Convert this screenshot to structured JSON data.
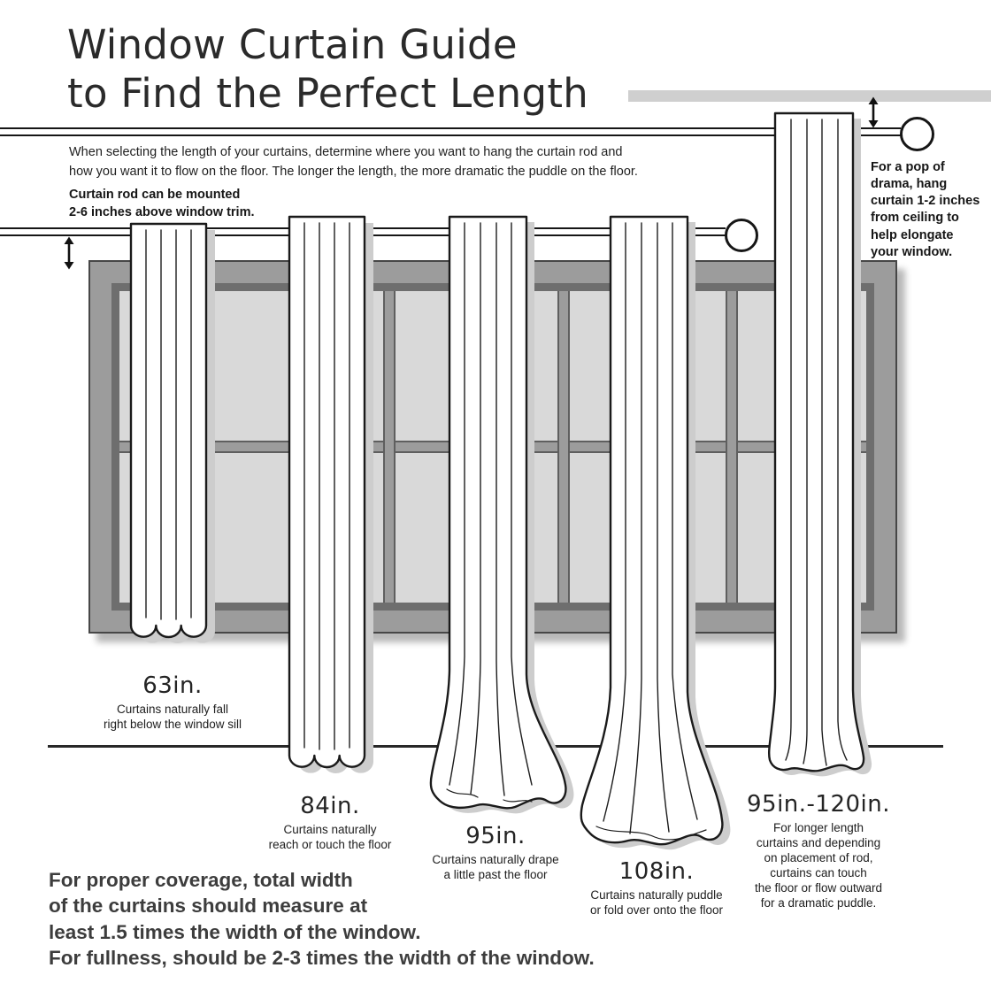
{
  "title": "Window Curtain Guide\nto Find the Perfect Length",
  "intro": "When selecting the length of your curtains, determine where you want to hang the curtain rod and\nhow you want it to flow on the floor. The longer the length, the more dramatic the puddle on the floor.",
  "rod_note": "Curtain rod can be mounted\n2-6 inches above window trim.",
  "ceiling_note": "For a pop of\ndrama, hang\ncurtain 1-2 inches\nfrom ceiling to\nhelp elongate\nyour window.",
  "footer": "For proper coverage, total width\nof the curtains should measure at\nleast 1.5 times the width of the window.\nFor fullness, should be 2-3 times the width of the window.",
  "curtains": [
    {
      "name": "curtain-63in",
      "length_label": "63in.",
      "caption": "Curtains naturally fall\nright below the window sill"
    },
    {
      "name": "curtain-84in",
      "length_label": "84in.",
      "caption": "Curtains naturally\nreach or touch the floor"
    },
    {
      "name": "curtain-95in",
      "length_label": "95in.",
      "caption": "Curtains naturally drape\na little past the floor"
    },
    {
      "name": "curtain-108in",
      "length_label": "108in.",
      "caption": "Curtains naturally puddle\nor fold over onto the floor"
    },
    {
      "name": "curtain-95-120in",
      "length_label": "95in.-120in.",
      "caption": "For longer length\ncurtains and depending\non placement of rod,\ncurtains can touch\nthe floor or flow outward\nfor a dramatic puddle."
    }
  ],
  "colors": {
    "ink": "#1a1a1a",
    "frame_gray": "#9c9c9c",
    "glass_gray": "#d9d9d9",
    "sash_gray": "#6e6e6e",
    "shadow_gray": "#cdcdcd",
    "ceiling_gray": "#cfcfcf"
  }
}
